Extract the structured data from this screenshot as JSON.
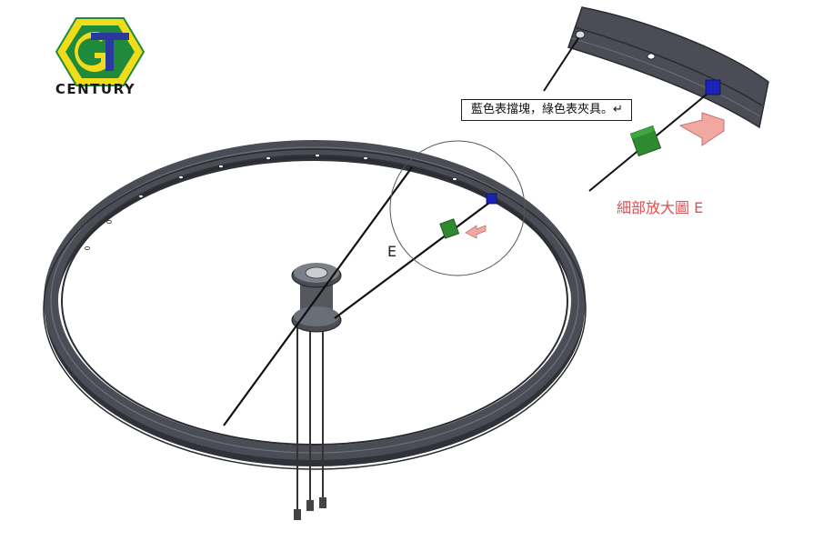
{
  "logo": {
    "text": "CENTURY",
    "colors": {
      "hex_outer": "#f0dc1a",
      "hex_inner": "#1f8a3c",
      "letter": "#2a3a9c",
      "text": "#1a1a1a"
    }
  },
  "annotations": {
    "callout": "藍色表擋塊，綠色表夾具。↵",
    "detail_caption": "細部放大圖 E",
    "detail_label": "E"
  },
  "colors": {
    "rim": "#4a4d55",
    "rim_dark": "#2f3238",
    "stop_block": "#1a22b8",
    "clamp": "#2f8a2f",
    "arrow": "#f0a8a0",
    "caption": "#e0504f"
  }
}
